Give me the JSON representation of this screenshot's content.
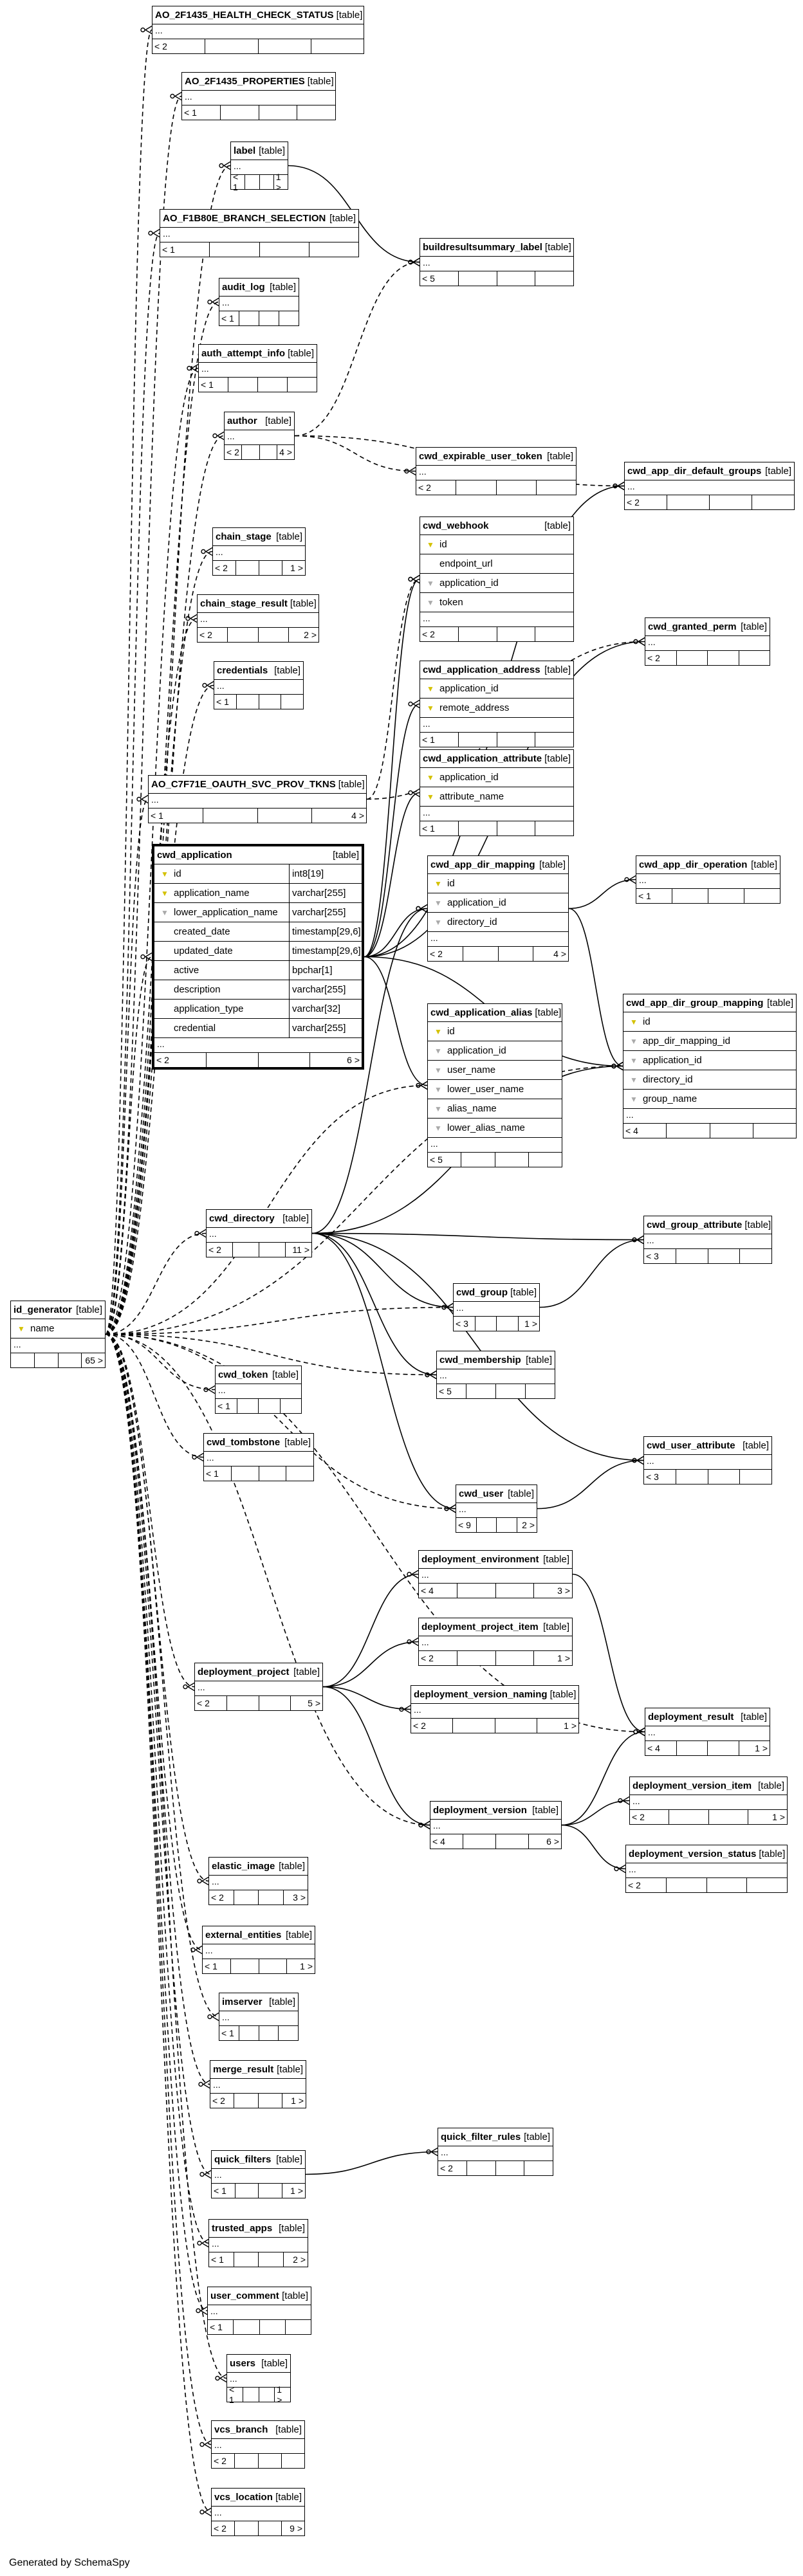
{
  "generator": "Generated by SchemaSpy",
  "kind_label": "[table]",
  "tables": [
    {
      "name": "AO_2F1435_HEALTH_CHECK_STATUS",
      "parents": "< 2",
      "children": ""
    },
    {
      "name": "AO_2F1435_PROPERTIES",
      "parents": "< 1",
      "children": ""
    },
    {
      "name": "label",
      "parents": "< 1",
      "children": "1 >"
    },
    {
      "name": "AO_F1B80E_BRANCH_SELECTION",
      "parents": "< 1",
      "children": ""
    },
    {
      "name": "buildresultsummary_label",
      "parents": "< 5",
      "children": ""
    },
    {
      "name": "audit_log",
      "parents": "< 1",
      "children": ""
    },
    {
      "name": "auth_attempt_info",
      "parents": "< 1",
      "children": ""
    },
    {
      "name": "author",
      "parents": "< 2",
      "children": "4 >"
    },
    {
      "name": "cwd_expirable_user_token",
      "parents": "< 2",
      "children": ""
    },
    {
      "name": "cwd_app_dir_default_groups",
      "parents": "< 2",
      "children": ""
    },
    {
      "name": "chain_stage",
      "parents": "< 2",
      "children": "1 >"
    },
    {
      "name": "cwd_webhook",
      "parents": "< 2",
      "children": "",
      "columns": [
        {
          "n": "id",
          "k": "pk"
        },
        {
          "n": "endpoint_url",
          "k": ""
        },
        {
          "n": "application_id",
          "k": "fk"
        },
        {
          "n": "token",
          "k": "fk"
        }
      ]
    },
    {
      "name": "chain_stage_result",
      "parents": "< 2",
      "children": "2 >"
    },
    {
      "name": "cwd_granted_perm",
      "parents": "< 2",
      "children": ""
    },
    {
      "name": "credentials",
      "parents": "< 1",
      "children": ""
    },
    {
      "name": "cwd_application_address",
      "parents": "< 1",
      "children": "",
      "columns": [
        {
          "n": "application_id",
          "k": "pk"
        },
        {
          "n": "remote_address",
          "k": "pk"
        }
      ]
    },
    {
      "name": "cwd_application_attribute",
      "parents": "< 1",
      "children": "",
      "columns": [
        {
          "n": "application_id",
          "k": "pk"
        },
        {
          "n": "attribute_name",
          "k": "pk"
        }
      ]
    },
    {
      "name": "AO_C7F71E_OAUTH_SVC_PROV_TKNS",
      "parents": "< 1",
      "children": "4 >"
    },
    {
      "name": "cwd_application",
      "parents": "< 2",
      "children": "6 >",
      "main": true,
      "columns": [
        {
          "n": "id",
          "k": "pk",
          "t": "int8[19]"
        },
        {
          "n": "application_name",
          "k": "pk",
          "t": "varchar[255]"
        },
        {
          "n": "lower_application_name",
          "k": "fk",
          "t": "varchar[255]"
        },
        {
          "n": "created_date",
          "k": "",
          "t": "timestamp[29,6]"
        },
        {
          "n": "updated_date",
          "k": "",
          "t": "timestamp[29,6]"
        },
        {
          "n": "active",
          "k": "",
          "t": "bpchar[1]"
        },
        {
          "n": "description",
          "k": "",
          "t": "varchar[255]"
        },
        {
          "n": "application_type",
          "k": "",
          "t": "varchar[32]"
        },
        {
          "n": "credential",
          "k": "",
          "t": "varchar[255]"
        }
      ]
    },
    {
      "name": "cwd_app_dir_mapping",
      "parents": "< 2",
      "children": "4 >",
      "columns": [
        {
          "n": "id",
          "k": "pk"
        },
        {
          "n": "application_id",
          "k": "fk"
        },
        {
          "n": "directory_id",
          "k": "fk"
        }
      ]
    },
    {
      "name": "cwd_app_dir_operation",
      "parents": "< 1",
      "children": ""
    },
    {
      "name": "cwd_application_alias",
      "parents": "< 5",
      "children": "",
      "columns": [
        {
          "n": "id",
          "k": "pk"
        },
        {
          "n": "application_id",
          "k": "fk"
        },
        {
          "n": "user_name",
          "k": "fk"
        },
        {
          "n": "lower_user_name",
          "k": "fk"
        },
        {
          "n": "alias_name",
          "k": "fk"
        },
        {
          "n": "lower_alias_name",
          "k": "fk"
        }
      ]
    },
    {
      "name": "cwd_app_dir_group_mapping",
      "parents": "< 4",
      "children": "",
      "columns": [
        {
          "n": "id",
          "k": "pk"
        },
        {
          "n": "app_dir_mapping_id",
          "k": "fk"
        },
        {
          "n": "application_id",
          "k": "fk"
        },
        {
          "n": "directory_id",
          "k": "fk"
        },
        {
          "n": "group_name",
          "k": "fk"
        }
      ]
    },
    {
      "name": "cwd_directory",
      "parents": "< 2",
      "children": "11 >"
    },
    {
      "name": "cwd_group_attribute",
      "parents": "< 3",
      "children": ""
    },
    {
      "name": "cwd_group",
      "parents": "< 3",
      "children": "1 >"
    },
    {
      "name": "id_generator",
      "parents": "",
      "children": "65 >",
      "columns": [
        {
          "n": "name",
          "k": "pk"
        }
      ]
    },
    {
      "name": "cwd_membership",
      "parents": "< 5",
      "children": ""
    },
    {
      "name": "cwd_token",
      "parents": "< 1",
      "children": ""
    },
    {
      "name": "cwd_tombstone",
      "parents": "< 1",
      "children": ""
    },
    {
      "name": "cwd_user_attribute",
      "parents": "< 3",
      "children": ""
    },
    {
      "name": "cwd_user",
      "parents": "< 9",
      "children": "2 >"
    },
    {
      "name": "deployment_environment",
      "parents": "< 4",
      "children": "3 >"
    },
    {
      "name": "deployment_project_item",
      "parents": "< 2",
      "children": "1 >"
    },
    {
      "name": "deployment_project",
      "parents": "< 2",
      "children": "5 >"
    },
    {
      "name": "deployment_version_naming",
      "parents": "< 2",
      "children": "1 >"
    },
    {
      "name": "deployment_result",
      "parents": "< 4",
      "children": "1 >"
    },
    {
      "name": "deployment_version_item",
      "parents": "< 2",
      "children": "1 >"
    },
    {
      "name": "deployment_version",
      "parents": "< 4",
      "children": "6 >"
    },
    {
      "name": "deployment_version_status",
      "parents": "< 2",
      "children": ""
    },
    {
      "name": "elastic_image",
      "parents": "< 2",
      "children": "3 >"
    },
    {
      "name": "external_entities",
      "parents": "< 1",
      "children": "1 >"
    },
    {
      "name": "imserver",
      "parents": "< 1",
      "children": ""
    },
    {
      "name": "merge_result",
      "parents": "< 2",
      "children": "1 >"
    },
    {
      "name": "quick_filter_rules",
      "parents": "< 2",
      "children": ""
    },
    {
      "name": "quick_filters",
      "parents": "< 1",
      "children": "1 >"
    },
    {
      "name": "trusted_apps",
      "parents": "< 1",
      "children": "2 >"
    },
    {
      "name": "user_comment",
      "parents": "< 1",
      "children": ""
    },
    {
      "name": "users",
      "parents": "< 1",
      "children": "1 >"
    },
    {
      "name": "vcs_branch",
      "parents": "< 2",
      "children": ""
    },
    {
      "name": "vcs_location",
      "parents": "< 2",
      "children": "9 >"
    }
  ],
  "relationships": [
    {
      "from": "label",
      "to": "buildresultsummary_label",
      "style": "solid"
    },
    {
      "from": "cwd_application",
      "to": "cwd_webhook",
      "style": "solid"
    },
    {
      "from": "cwd_application",
      "to": "cwd_application_address",
      "style": "solid"
    },
    {
      "from": "cwd_application",
      "to": "cwd_application_attribute",
      "style": "solid"
    },
    {
      "from": "cwd_application",
      "to": "cwd_app_dir_mapping",
      "style": "solid"
    },
    {
      "from": "cwd_application",
      "to": "cwd_application_alias",
      "style": "solid"
    },
    {
      "from": "cwd_application",
      "to": "cwd_app_dir_default_groups",
      "style": "solid"
    },
    {
      "from": "cwd_application",
      "to": "cwd_granted_perm",
      "style": "solid"
    },
    {
      "from": "cwd_application",
      "to": "cwd_app_dir_group_mapping",
      "style": "solid"
    },
    {
      "from": "cwd_app_dir_mapping",
      "to": "cwd_app_dir_operation",
      "style": "solid"
    },
    {
      "from": "cwd_app_dir_mapping",
      "to": "cwd_app_dir_group_mapping",
      "style": "solid"
    },
    {
      "from": "cwd_directory",
      "to": "cwd_app_dir_mapping",
      "style": "solid"
    },
    {
      "from": "cwd_directory",
      "to": "cwd_group",
      "style": "solid"
    },
    {
      "from": "cwd_directory",
      "to": "cwd_group_attribute",
      "style": "solid"
    },
    {
      "from": "cwd_directory",
      "to": "cwd_membership",
      "style": "solid"
    },
    {
      "from": "cwd_directory",
      "to": "cwd_user",
      "style": "solid"
    },
    {
      "from": "cwd_directory",
      "to": "cwd_user_attribute",
      "style": "solid"
    },
    {
      "from": "cwd_directory",
      "to": "cwd_app_dir_group_mapping",
      "style": "solid"
    },
    {
      "from": "cwd_group",
      "to": "cwd_group_attribute",
      "style": "solid"
    },
    {
      "from": "cwd_user",
      "to": "cwd_user_attribute",
      "style": "solid"
    },
    {
      "from": "deployment_project",
      "to": "deployment_environment",
      "style": "solid"
    },
    {
      "from": "deployment_project",
      "to": "deployment_project_item",
      "style": "solid"
    },
    {
      "from": "deployment_project",
      "to": "deployment_version_naming",
      "style": "solid"
    },
    {
      "from": "deployment_project",
      "to": "deployment_version",
      "style": "solid"
    },
    {
      "from": "deployment_environment",
      "to": "deployment_result",
      "style": "solid"
    },
    {
      "from": "deployment_version",
      "to": "deployment_result",
      "style": "solid"
    },
    {
      "from": "deployment_version",
      "to": "deployment_version_item",
      "style": "solid"
    },
    {
      "from": "deployment_version",
      "to": "deployment_version_status",
      "style": "solid"
    },
    {
      "from": "quick_filters",
      "to": "quick_filter_rules",
      "style": "solid"
    },
    {
      "from": "author",
      "to": "buildresultsummary_label",
      "style": "dashed"
    },
    {
      "from": "author",
      "to": "cwd_expirable_user_token",
      "style": "dashed"
    },
    {
      "from": "author",
      "to": "cwd_app_dir_default_groups",
      "style": "dashed"
    },
    {
      "from": "AO_C7F71E_OAUTH_SVC_PROV_TKNS",
      "to": "cwd_webhook",
      "style": "dashed"
    },
    {
      "from": "AO_C7F71E_OAUTH_SVC_PROV_TKNS",
      "to": "cwd_granted_perm",
      "style": "dashed"
    },
    {
      "from": "id_generator",
      "to": "*",
      "style": "dashed"
    }
  ]
}
